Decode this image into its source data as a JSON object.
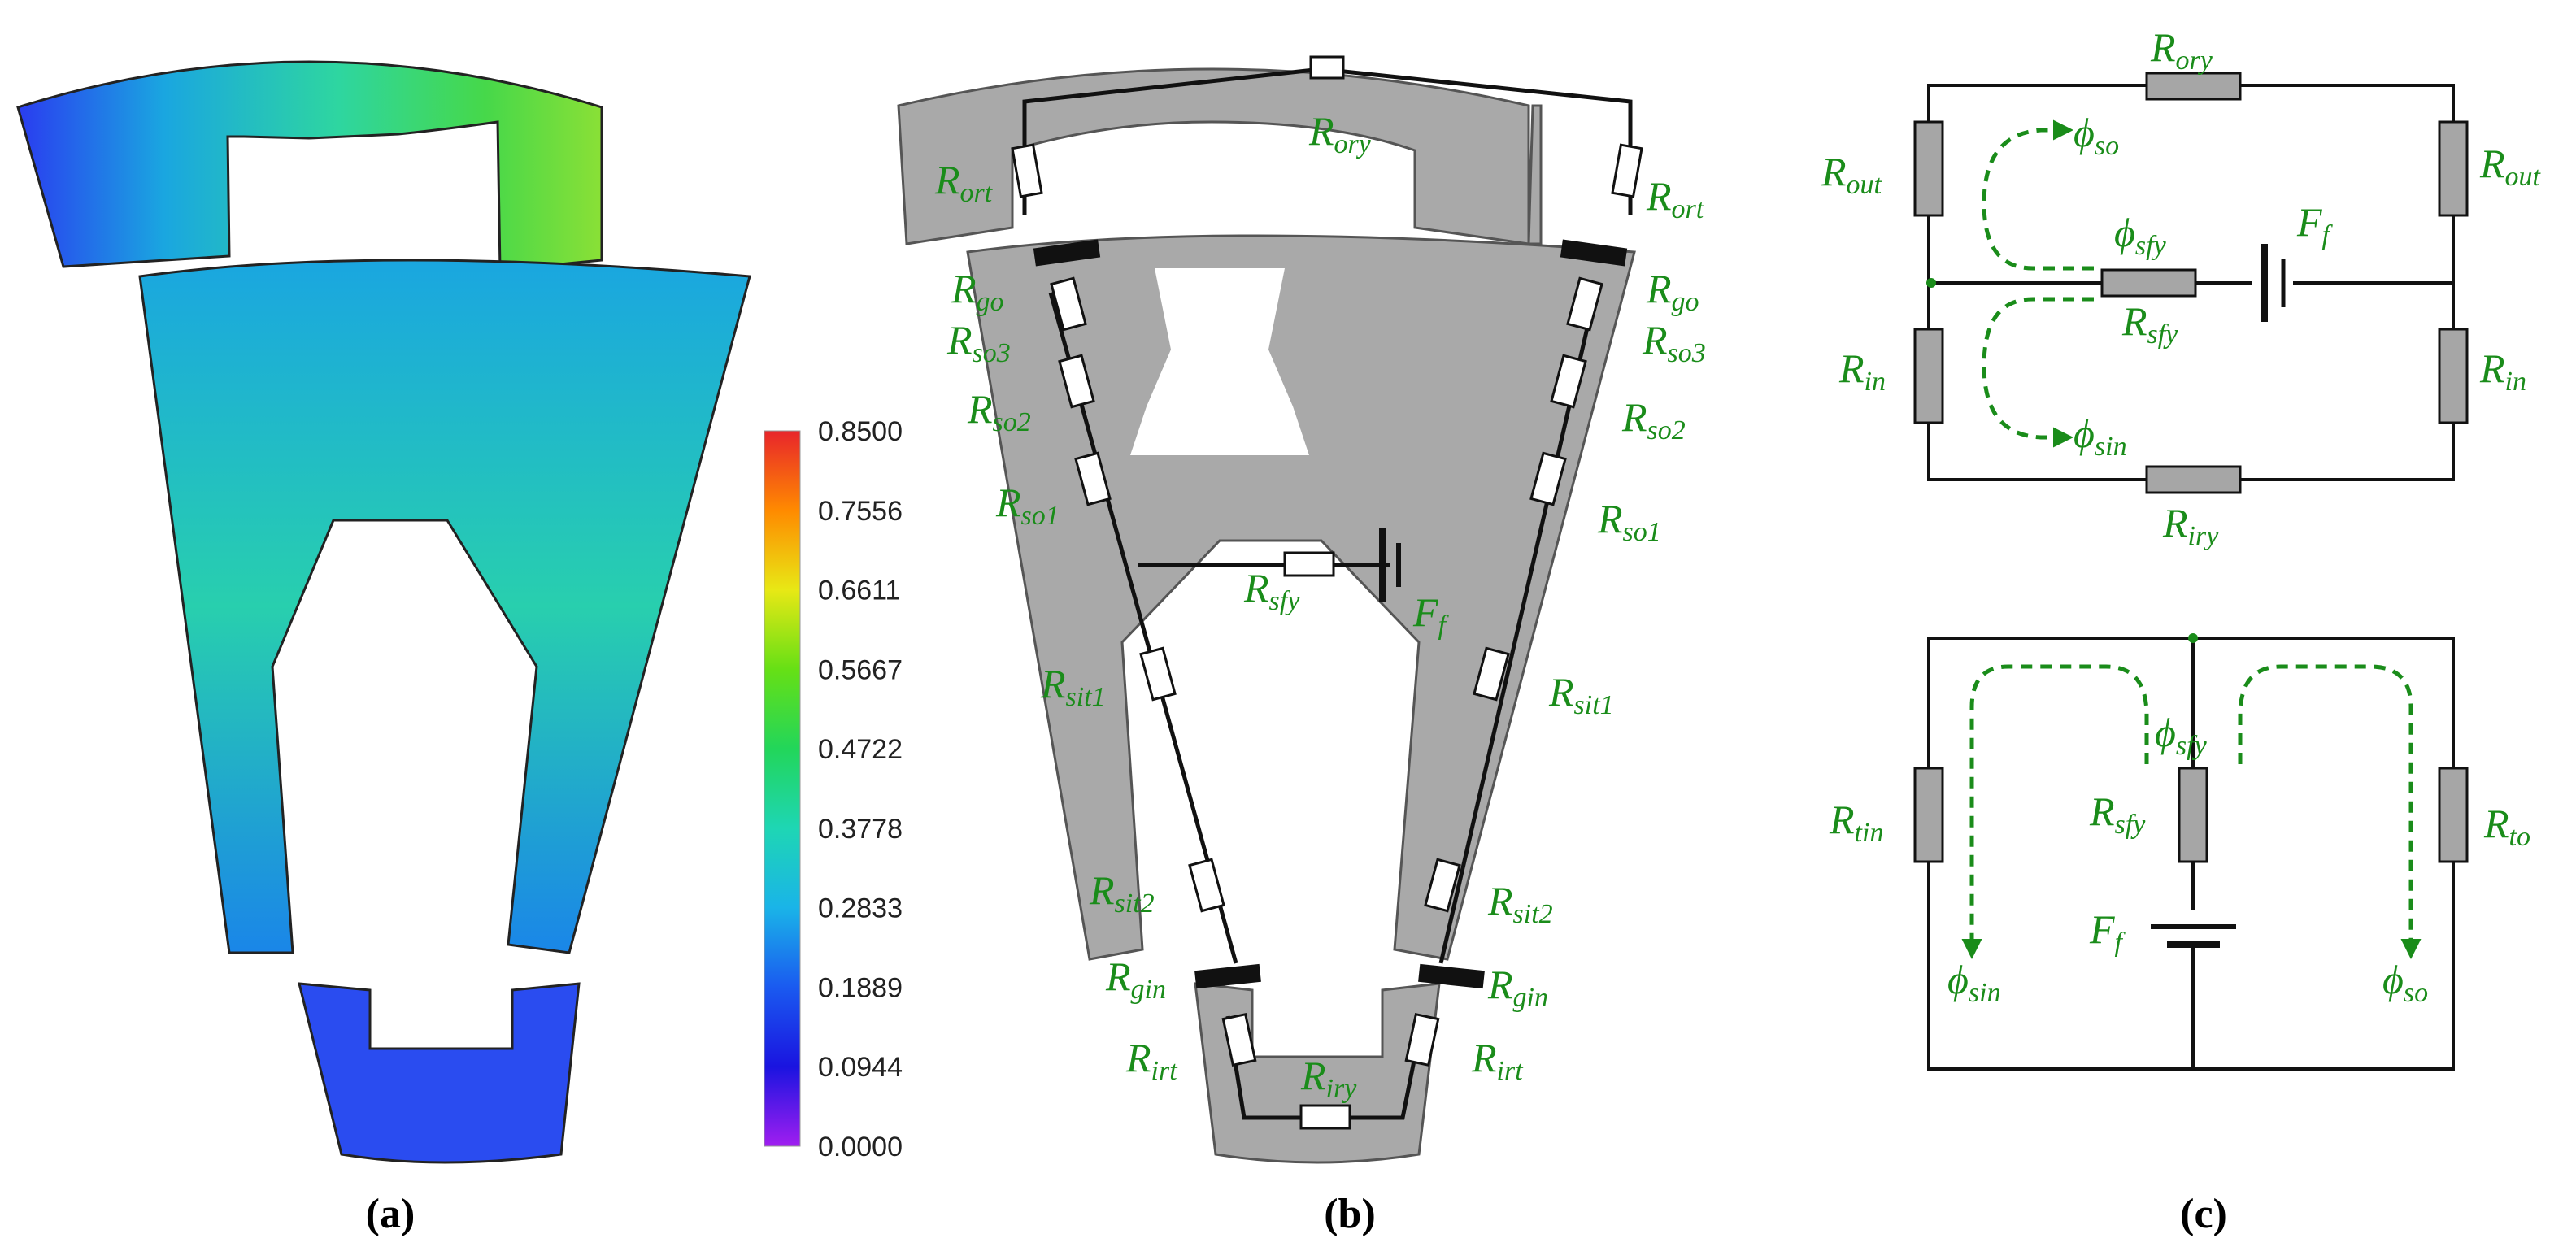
{
  "panels": {
    "a": {
      "caption": "(a)",
      "colorbar": {
        "ticks": [
          "0.8500",
          "0.7556",
          "0.6611",
          "0.5667",
          "0.4722",
          "0.3778",
          "0.2833",
          "0.1889",
          "0.0944",
          "0.0000"
        ],
        "colors": [
          "#e8252b",
          "#ff8a00",
          "#e8e815",
          "#66e015",
          "#22d65a",
          "#1ed6b4",
          "#1ab4e8",
          "#1a5af0",
          "#1a14e0",
          "#a01ef0"
        ]
      }
    },
    "b": {
      "caption": "(b)",
      "labels": {
        "rory": {
          "main": "R",
          "sub": "ory"
        },
        "rort_l": {
          "main": "R",
          "sub": "ort"
        },
        "rort_r": {
          "main": "R",
          "sub": "ort"
        },
        "rgo_l": {
          "main": "R",
          "sub": "go"
        },
        "rgo_r": {
          "main": "R",
          "sub": "go"
        },
        "rso3_l": {
          "main": "R",
          "sub": "so3"
        },
        "rso3_r": {
          "main": "R",
          "sub": "so3"
        },
        "rso2_l": {
          "main": "R",
          "sub": "so2"
        },
        "rso2_r": {
          "main": "R",
          "sub": "so2"
        },
        "rso1_l": {
          "main": "R",
          "sub": "so1"
        },
        "rso1_r": {
          "main": "R",
          "sub": "so1"
        },
        "rsfy": {
          "main": "R",
          "sub": "sfy"
        },
        "ff": {
          "main": "F",
          "sub": "f"
        },
        "rsit1_l": {
          "main": "R",
          "sub": "sit1"
        },
        "rsit1_r": {
          "main": "R",
          "sub": "sit1"
        },
        "rsit2_l": {
          "main": "R",
          "sub": "sit2"
        },
        "rsit2_r": {
          "main": "R",
          "sub": "sit2"
        },
        "rgin_l": {
          "main": "R",
          "sub": "gin"
        },
        "rgin_r": {
          "main": "R",
          "sub": "gin"
        },
        "rirt_l": {
          "main": "R",
          "sub": "irt"
        },
        "rirt_r": {
          "main": "R",
          "sub": "irt"
        },
        "riry": {
          "main": "R",
          "sub": "iry"
        }
      }
    },
    "c": {
      "caption": "(c)",
      "top": {
        "rory": {
          "main": "R",
          "sub": "ory"
        },
        "rout_l": {
          "main": "R",
          "sub": "out"
        },
        "rout_r": {
          "main": "R",
          "sub": "out"
        },
        "phi_so": {
          "main": "ϕ",
          "sub": "so"
        },
        "phi_sfy": {
          "main": "ϕ",
          "sub": "sfy"
        },
        "ff": {
          "main": "F",
          "sub": "f"
        },
        "rsfy": {
          "main": "R",
          "sub": "sfy"
        },
        "rin_l": {
          "main": "R",
          "sub": "in"
        },
        "rin_r": {
          "main": "R",
          "sub": "in"
        },
        "phi_sin": {
          "main": "ϕ",
          "sub": "sin"
        },
        "riry": {
          "main": "R",
          "sub": "iry"
        }
      },
      "bottom": {
        "phi_sfy": {
          "main": "ϕ",
          "sub": "sfy"
        },
        "rtin": {
          "main": "R",
          "sub": "tin"
        },
        "rsfy": {
          "main": "R",
          "sub": "sfy"
        },
        "rto": {
          "main": "R",
          "sub": "to"
        },
        "ff": {
          "main": "F",
          "sub": "f"
        },
        "phi_sin": {
          "main": "ϕ",
          "sub": "sin"
        },
        "phi_so": {
          "main": "ϕ",
          "sub": "so"
        }
      }
    }
  }
}
